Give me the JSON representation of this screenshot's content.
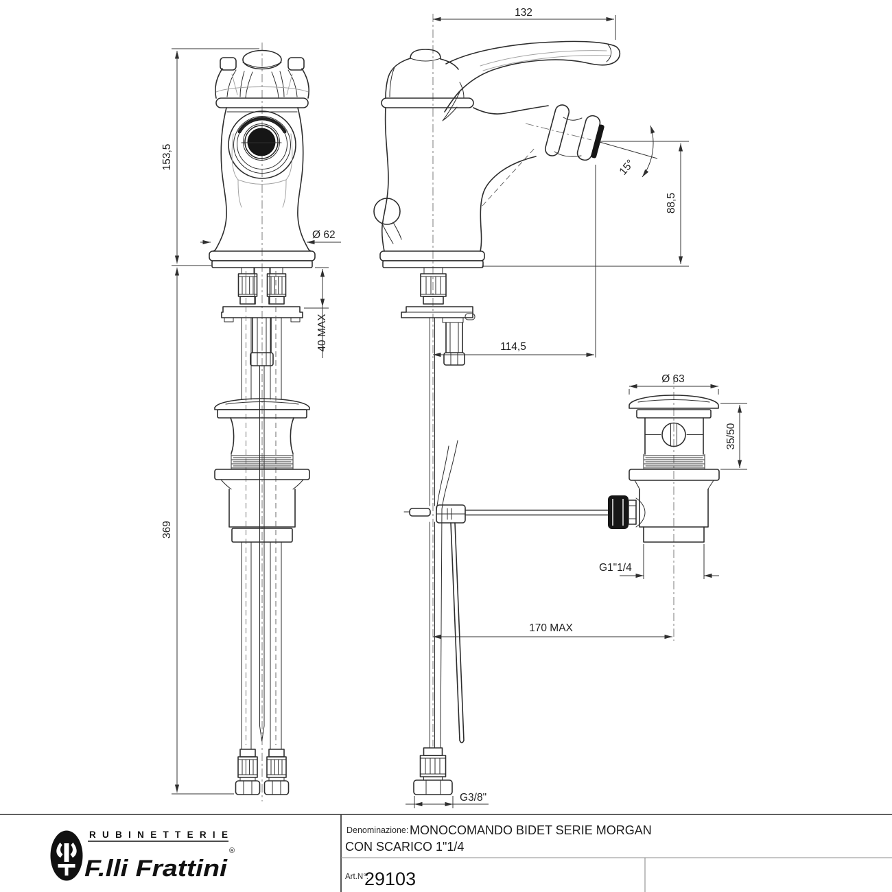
{
  "dimensions": {
    "handle_reach": "132",
    "total_height": "153,5",
    "base_diameter": "Ø 62",
    "deck_thickness_max": "40 MAX",
    "below_deck_height": "369",
    "spout_angle": "15°",
    "spout_height": "88,5",
    "spout_reach": "114,5",
    "drain_cap_diameter": "Ø 63",
    "drain_deck_range": "35/50",
    "drain_thread": "G1\"1/4",
    "rod_reach_max": "170 MAX",
    "hose_thread": "G3/8\""
  },
  "title_block": {
    "denomination_label": "Denominazione:",
    "denomination_line1": "MONOCOMANDO BIDET SERIE MORGAN",
    "denomination_line2": "CON SCARICO 1\"1/4",
    "article_label": "Art.N°:",
    "article_number": "29103"
  },
  "brand": {
    "tagline": "RUBINETTERIE",
    "name": "F.lli Frattini",
    "registered_mark": "®"
  },
  "colors": {
    "ink": "#2d2d2d",
    "dimension": "#333333",
    "light_detail": "#a3a3a3",
    "background": "#ffffff"
  }
}
